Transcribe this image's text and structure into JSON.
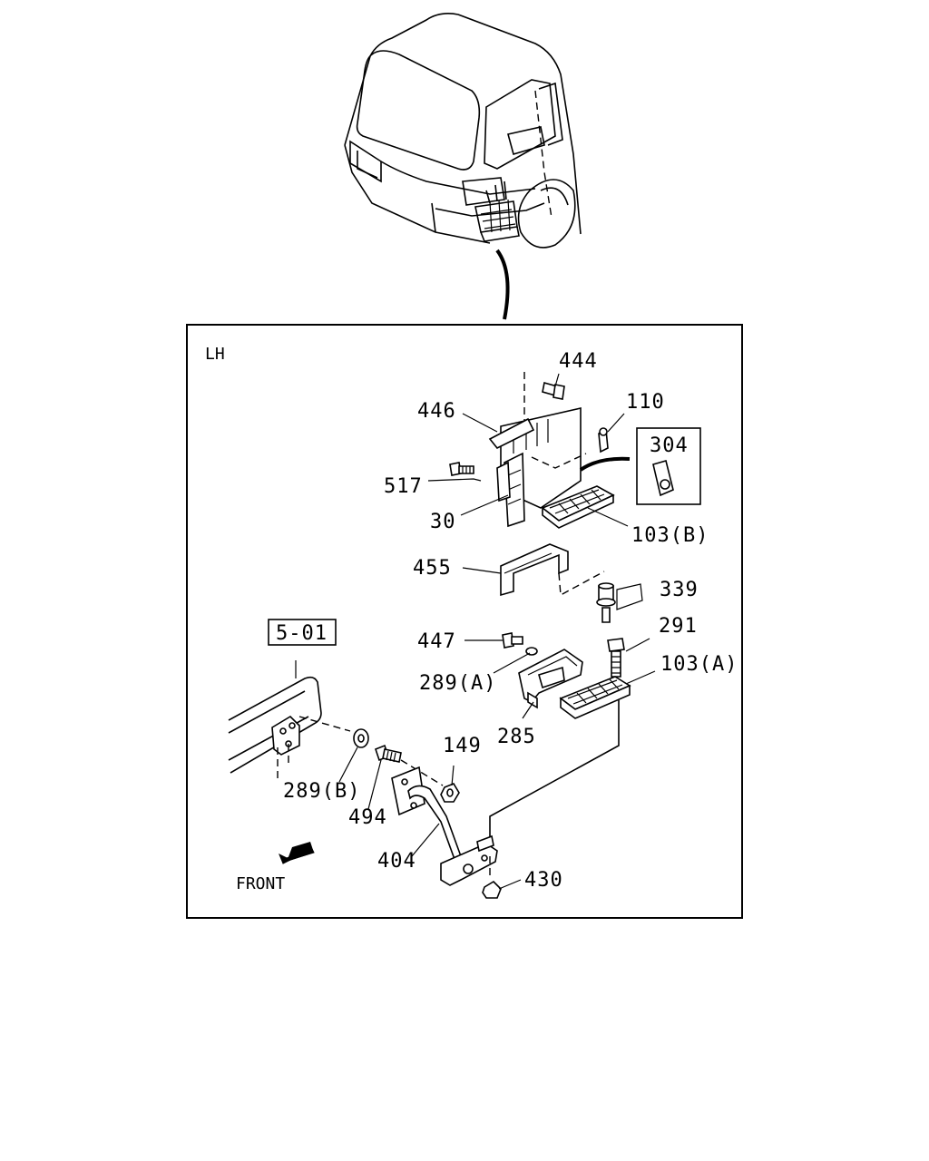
{
  "view_label": "LH",
  "ref_box": "5-01",
  "inset_label": "304",
  "direction_label": "FRONT",
  "callouts": {
    "p444": "444",
    "p446": "446",
    "p110": "110",
    "p517": "517",
    "p30": "30",
    "p103b": "103(B)",
    "p455": "455",
    "p339": "339",
    "p291": "291",
    "p447": "447",
    "p289a": "289(A)",
    "p103a": "103(A)",
    "p285": "285",
    "p149": "149",
    "p289b": "289(B)",
    "p494": "494",
    "p404": "404",
    "p430": "430"
  }
}
